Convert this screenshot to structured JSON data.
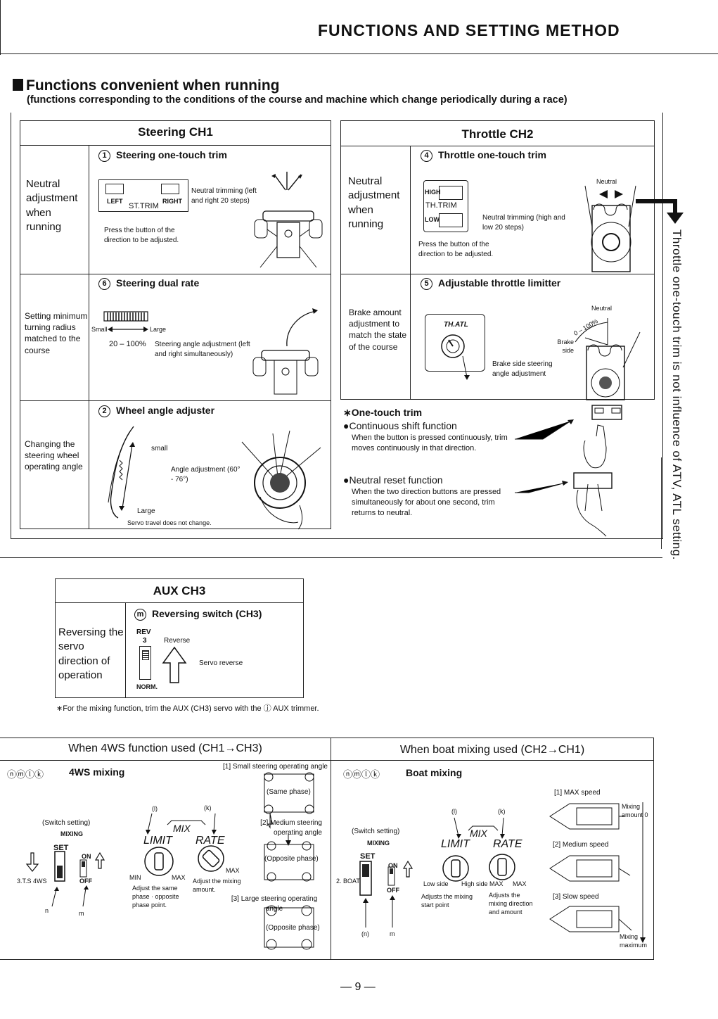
{
  "header": {
    "title": "FUNCTIONS AND SETTING METHOD"
  },
  "section": {
    "title": "Functions convenient when running",
    "subtitle": "(functions corresponding to the conditions of the course and machine which change periodically during a race)"
  },
  "steering": {
    "heading": "Steering CH1",
    "row1": {
      "label": "Neutral adjustment when running",
      "num": "1",
      "title": "Steering one-touch trim",
      "sw_left": "LEFT",
      "sw_right": "RIGHT",
      "sw_name": "ST.TRIM",
      "note": "Neutral trimming (left and right 20 steps)",
      "press": "Press the button of the direction to be adjusted."
    },
    "row2": {
      "label": "Setting minimum turning radius matched to the course",
      "num": "6",
      "title": "Steering dual rate",
      "small": "Small",
      "large": "Large",
      "range": "20 – 100%",
      "note": "Steering angle adjustment (left and right simultaneously)"
    },
    "row3": {
      "label": "Changing the steering wheel operating angle",
      "num": "2",
      "title": "Wheel angle adjuster",
      "small": "small",
      "large": "Large",
      "note": "Angle adjustment (60° - 76°)",
      "servo": "Servo travel does not change."
    }
  },
  "throttle": {
    "heading": "Throttle CH2",
    "row1": {
      "label": "Neutral adjustment when running",
      "num": "4",
      "title": "Throttle one-touch trim",
      "high": "HIGH",
      "low": "LOW",
      "sw_name": "TH.TRIM",
      "neutral": "Neutral",
      "note": "Neutral trimming (high and low 20 steps)",
      "press": "Press the button of the direction to be adjusted."
    },
    "row2": {
      "label": "Brake amount adjustment to match the state of the course",
      "num": "5",
      "title": "Adjustable throttle limitter",
      "knob": "TH.ATL",
      "neutral": "Neutral",
      "pct": "0 – 100%",
      "brake": "Brake side",
      "note": "Brake side steering angle adjustment"
    },
    "onetouch": {
      "title": "∗One-touch trim",
      "f1": "●Continuous shift function",
      "f1_desc": "When the button is pressed continuously, trim moves continuously in that direction.",
      "f2": "●Neutral reset function",
      "f2_desc": "When the two direction buttons are pressed simultaneously for about one second, trim returns to neutral."
    }
  },
  "side_note": "Throttle one-touch trim is not influence of ATV, ATL setting.",
  "aux": {
    "heading": "AUX CH3",
    "label": "Reversing the servo direction of operation",
    "num": "m",
    "title": "Reversing switch (CH3)",
    "rev": "REV",
    "rev_num": "3",
    "reverse": "Reverse",
    "servo_reverse": "Servo reverse",
    "norm": "NORM.",
    "footnote": "∗For the mixing function, trim the AUX (CH3) servo with the ⓙ AUX trimmer."
  },
  "ws4": {
    "heading": "When 4WS function used (CH1→CH3)",
    "marks": "ⓝⓜⓛⓚ",
    "title": "4WS mixing",
    "switch": "(Switch setting)",
    "mixing": "MIXING",
    "set": "SET",
    "on": "ON",
    "off": "OFF",
    "ts": "3.T.S 4WS",
    "n": "n",
    "m": "m",
    "l": "(l)",
    "k": "(k)",
    "mix": "MIX",
    "limit": "LIMIT",
    "rate": "RATE",
    "min": "MIN",
    "max": "MAX",
    "max2": "MAX",
    "limit_note": "Adjust the same phase · opposite phase point.",
    "rate_note": "Adjust the mixing amount.",
    "c1": "[1] Small steering operating angle",
    "same": "(Same phase)",
    "c2": "[2] Medium steering operating angle",
    "opp1": "(Opposite phase)",
    "c3": "[3] Large steering operating angle",
    "opp2": "(Opposite phase)"
  },
  "boat": {
    "heading": "When boat mixing used (CH2→CH1)",
    "marks": "ⓝⓜⓛⓚ",
    "title": "Boat mixing",
    "switch": "(Switch setting)",
    "mixing": "MIXING",
    "set": "SET",
    "on": "ON",
    "off": "OFF",
    "boat": "2. BOAT",
    "n": "(n)",
    "m": "m",
    "l": "(l)",
    "k": "(k)",
    "mix": "MIX",
    "limit": "LIMIT",
    "rate": "RATE",
    "low": "Low side",
    "high": "High side MAX",
    "max": "MAX",
    "limit_note": "Adjusts the mixing start point",
    "rate_note": "Adjusts the mixing direction and amount",
    "s1": "[1] MAX speed",
    "amt0": "Mixing amount 0",
    "s2": "[2] Medium speed",
    "s3": "[3] Slow speed",
    "maxmix": "Mixing maximum"
  },
  "footer": {
    "page": "— 9 —"
  }
}
